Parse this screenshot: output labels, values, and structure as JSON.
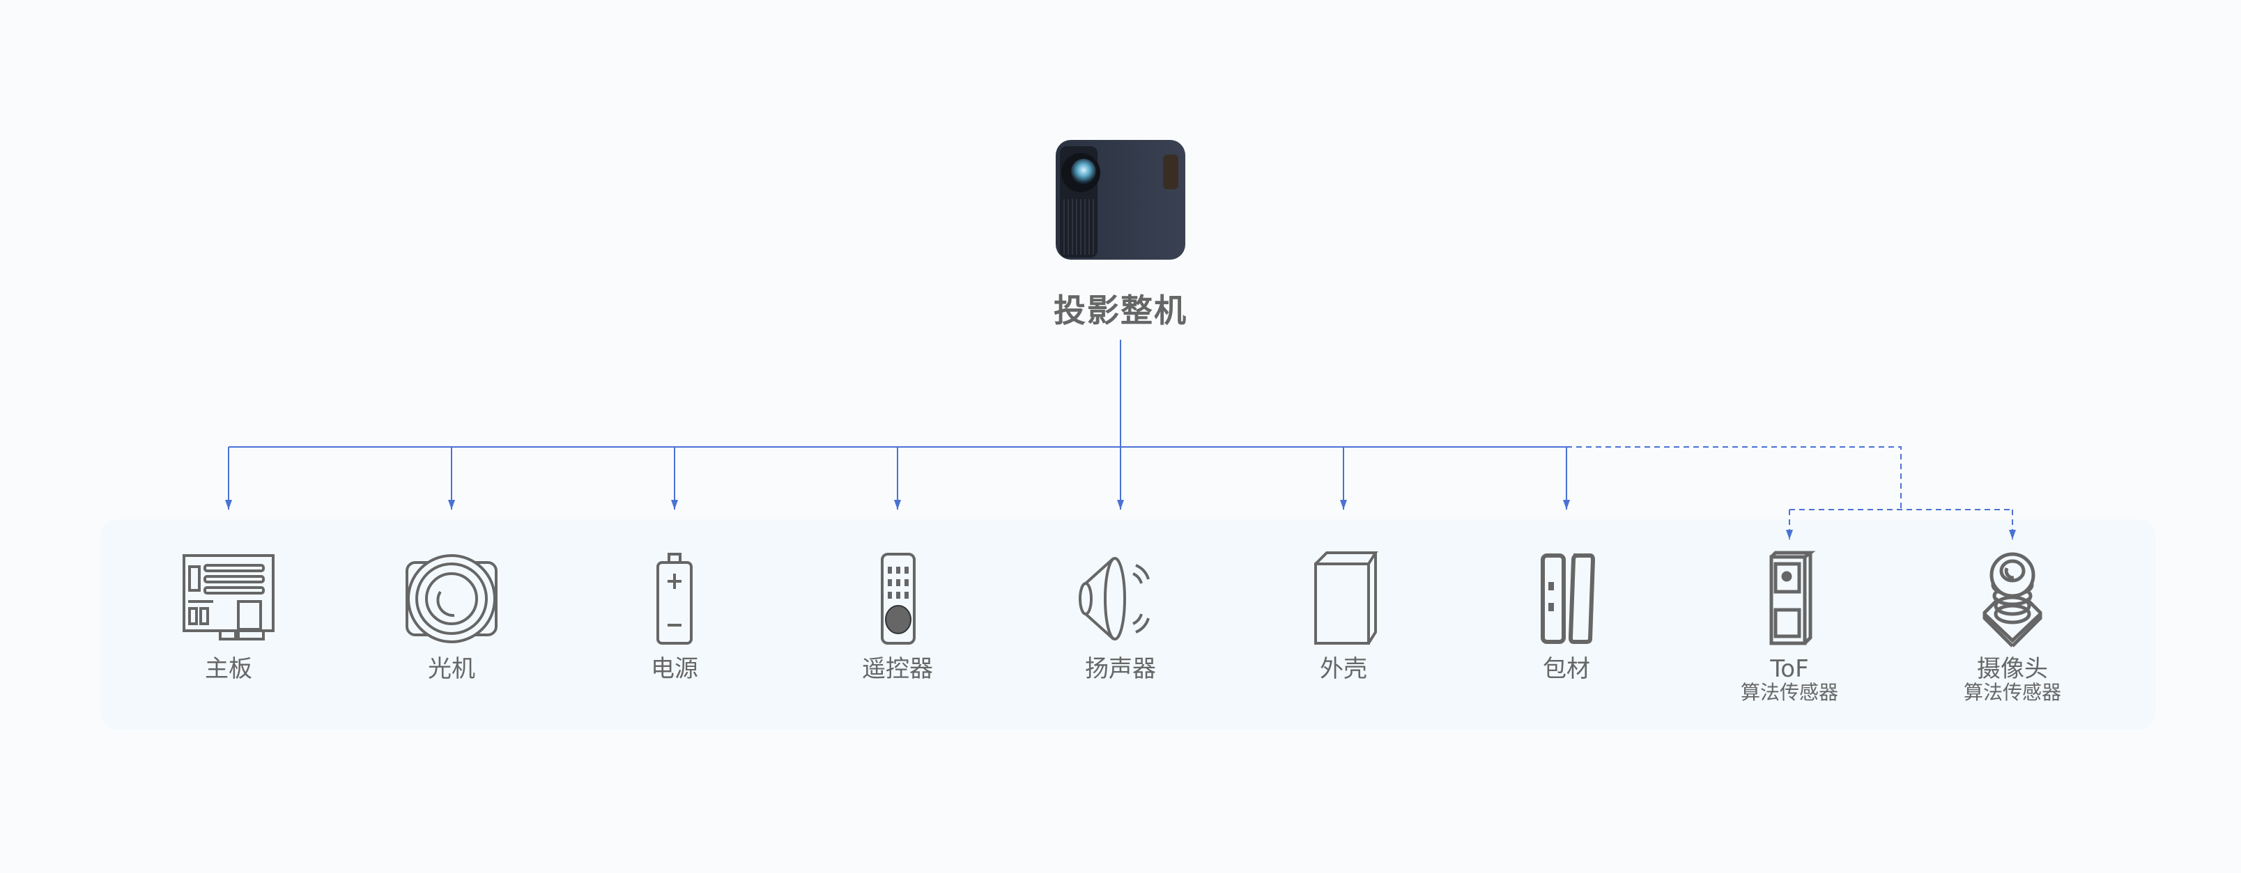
{
  "root": {
    "title": "投影整机",
    "icon": "projector-image"
  },
  "colors": {
    "connector": "#4a72d4",
    "icon": "#666666",
    "panel": "#f3f9fd",
    "background": "#f9fbfd"
  },
  "components": [
    {
      "label": "主板",
      "icon": "circuit-board-icon"
    },
    {
      "label": "光机",
      "icon": "optical-engine-icon"
    },
    {
      "label": "电源",
      "icon": "battery-icon"
    },
    {
      "label": "遥控器",
      "icon": "remote-control-icon"
    },
    {
      "label": "扬声器",
      "icon": "speaker-icon"
    },
    {
      "label": "外壳",
      "icon": "enclosure-box-icon"
    },
    {
      "label": "包材",
      "icon": "packaging-icon"
    },
    {
      "label": "ToF",
      "sublabel": "算法传感器",
      "icon": "tof-sensor-icon"
    },
    {
      "label": "摄像头",
      "sublabel": "算法传感器",
      "icon": "camera-lens-icon"
    }
  ]
}
